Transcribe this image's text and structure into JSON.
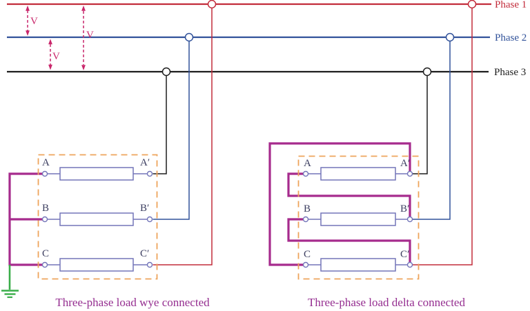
{
  "diagram": {
    "phases": [
      {
        "label": "Phase 1"
      },
      {
        "label": "Phase 2"
      },
      {
        "label": "Phase 3"
      }
    ],
    "voltage_arrows": [
      {
        "label": "V",
        "spans": "Phase 1 to Phase 2"
      },
      {
        "label": "V",
        "spans": "Phase 2 to Phase 3"
      },
      {
        "label": "V",
        "spans": "Phase 1 to Phase 3"
      }
    ],
    "wye_load": {
      "caption": "Three-phase load wye connected",
      "terminals": {
        "a": "A",
        "ap": "A′",
        "b": "B",
        "bp": "B′",
        "c": "C",
        "cp": "C′"
      },
      "connections": {
        "common": "A, B, C joined together to ground",
        "ap": "A′ to Phase 3",
        "bp": "B′ to Phase 2",
        "cp": "C′ to Phase 1"
      }
    },
    "delta_load": {
      "caption": "Three-phase load delta connected",
      "terminals": {
        "a": "A",
        "ap": "A′",
        "b": "B",
        "bp": "B′",
        "c": "C",
        "cp": "C′"
      },
      "connections": {
        "loop": "A′ to C, A to B′, B to C′",
        "ap": "A′ to Phase 3",
        "bp": "B′ to Phase 2",
        "cp": "C′ to Phase 1"
      }
    }
  },
  "colors": {
    "phase1": "#c22b3a",
    "phase2": "#31529a",
    "phase3": "#1d1d1d",
    "arrow": "#c9276b",
    "wire": "#a62b8d",
    "box": "#eea45b",
    "component": "#7375b9",
    "ground": "#39ad49",
    "caption": "#952e90",
    "label": "#3c3e60"
  }
}
